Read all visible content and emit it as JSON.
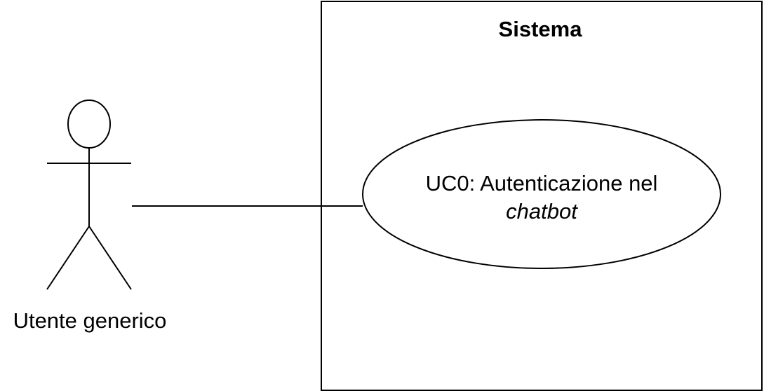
{
  "system": {
    "title": "Sistema"
  },
  "actor": {
    "label": "Utente generico"
  },
  "use_case": {
    "line1": "UC0: Autenticazione nel",
    "line2": "chatbot"
  }
}
